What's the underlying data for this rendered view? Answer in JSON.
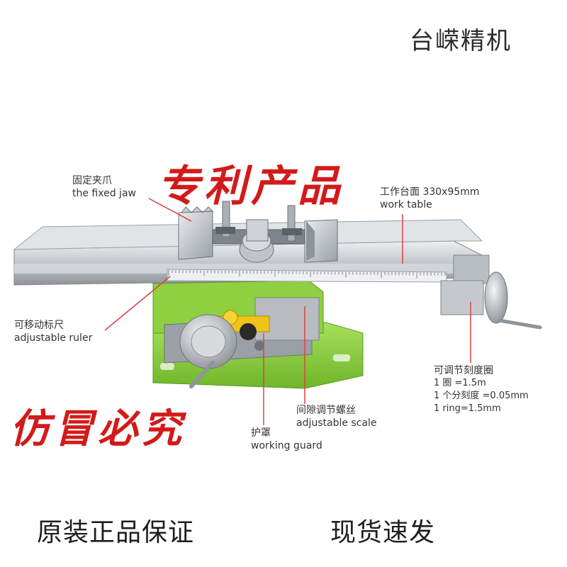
{
  "header": {
    "brand": "台嵘精机"
  },
  "stamps": {
    "patent": "专利产品",
    "anti_fake": "仿冒必究"
  },
  "labels": {
    "fixed_jaw": {
      "zh": "固定夹爪",
      "en": "the fixed jaw"
    },
    "work_table": {
      "zh": "工作台面 330x95mm",
      "en": "work table"
    },
    "adjustable_ruler": {
      "zh": "可移动标尺",
      "en": "adjustable ruler"
    },
    "dial": {
      "zh": "可调节刻度圈",
      "line1": "1 圈 =1.5m",
      "line2": "1 个分刻度 =0.05mm",
      "line3": "1 ring=1.5mm"
    },
    "adjustable_scale": {
      "zh": "间隙调节螺丝",
      "en": "adjustable scale"
    },
    "working_guard": {
      "zh": "护罩",
      "en": "working guard"
    }
  },
  "footer": {
    "left": "原装正品保证",
    "right": "现货速发"
  },
  "colors": {
    "stamp_red": "#d31a1a",
    "base_green": "#8cd43a",
    "leader_red": "#e04040",
    "steel": "#c9ccd0"
  }
}
